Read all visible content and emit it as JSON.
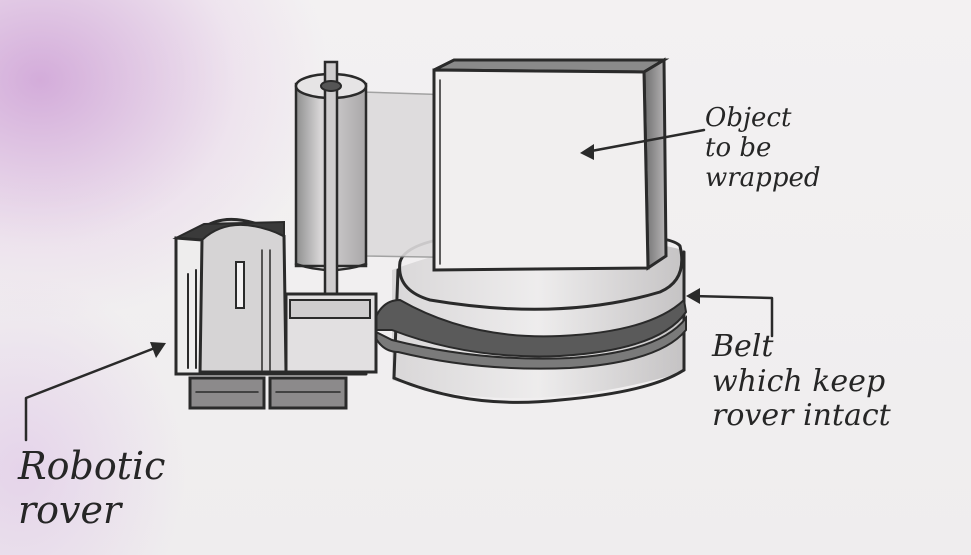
{
  "labels": {
    "object": "Object\nto be\nwrapped",
    "belt": "Belt\nwhich keep\nrover intact",
    "rover": "Robotic\nrover"
  },
  "colors": {
    "pencil": "#2a2a2a",
    "shade": "#9a9a9a",
    "paper": "#f4f2f3",
    "tint": "#cfa2d6"
  }
}
